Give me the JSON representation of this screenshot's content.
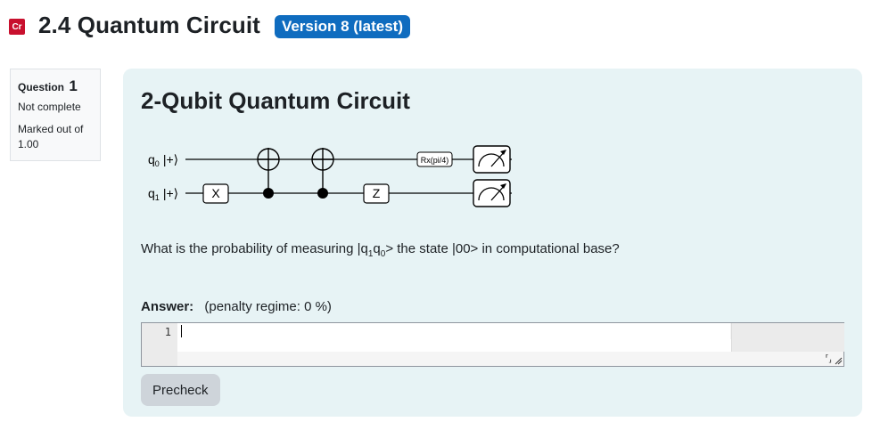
{
  "header": {
    "icon_text": "Cr",
    "title": "2.4 Quantum Circuit",
    "version_badge": "Version 8 (latest)"
  },
  "question_info": {
    "label": "Question",
    "number": "1",
    "state": "Not complete",
    "grade": "Marked out of 1.00"
  },
  "question": {
    "heading": "2-Qubit Quantum Circuit",
    "circuit": {
      "q0_label": "q",
      "q0_sub": "0",
      "q0_init": "|+⟩",
      "q1_label": "q",
      "q1_sub": "1",
      "q1_init": "|+⟩",
      "gate_x": "X",
      "gate_z": "Z",
      "gate_rx": "Rx(pi/4)"
    },
    "text_before": "What is the probability of measuring |q",
    "sub1": "1",
    "text_mid": "q",
    "sub0": "0",
    "text_after": "> the state |00> in computational base?"
  },
  "answer": {
    "label": "Answer:",
    "penalty": "(penalty regime: 0 %)",
    "line_number": "1",
    "value": ""
  },
  "buttons": {
    "precheck": "Precheck"
  },
  "icons": {
    "expand": "expand-icon",
    "resize": "resize-handle-icon"
  }
}
